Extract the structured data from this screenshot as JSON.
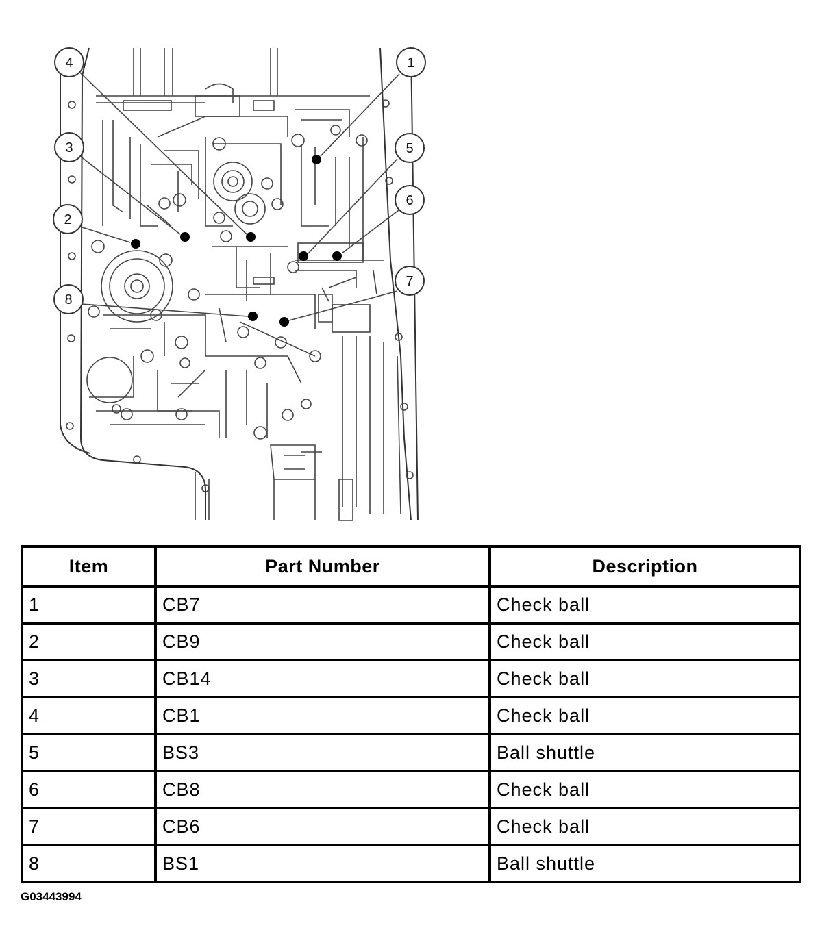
{
  "diagram": {
    "callouts": [
      "1",
      "2",
      "3",
      "4",
      "5",
      "6",
      "7",
      "8"
    ]
  },
  "table": {
    "headers": [
      "Item",
      "Part Number",
      "Description"
    ],
    "rows": [
      [
        "1",
        "CB7",
        "Check ball"
      ],
      [
        "2",
        "CB9",
        "Check ball"
      ],
      [
        "3",
        "CB14",
        "Check ball"
      ],
      [
        "4",
        "CB1",
        "Check ball"
      ],
      [
        "5",
        "BS3",
        "Ball shuttle"
      ],
      [
        "6",
        "CB8",
        "Check ball"
      ],
      [
        "7",
        "CB6",
        "Check ball"
      ],
      [
        "8",
        "BS1",
        "Ball shuttle"
      ]
    ]
  },
  "figure_id": "G03443994"
}
